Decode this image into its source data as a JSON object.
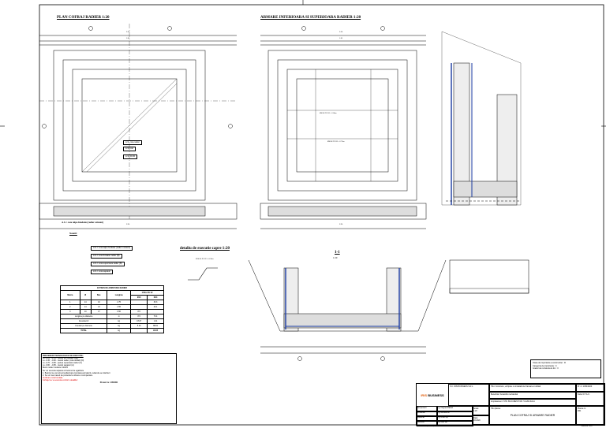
{
  "drawing": {
    "title_left": "PLAN COFRAJ  RADIER 1:20",
    "title_right": "ARMARE INFERIOARA SI SUPERIOARA  RADIER 1:20",
    "title_detail": "detaliu de executie capre 1:20",
    "title_section": "1-1",
    "section_scale": "1:20",
    "legend_title": "Notatii:",
    "legend_items": [
      "A.S.= cota talpa fundatie (radier existent)",
      "A.S.= cota fundatie radier (B)",
      "A.S.= cota superioara radier (B)",
      "A.S.= cota sapaturi"
    ],
    "callouts_plan": [
      "A.S. cota radier",
      "A.S. rost",
      "A.S. ±0.00"
    ],
    "callouts_arm": [
      "Ø8/20 PC52 L=2.60m",
      "Ø8/20 PC52 L=2.75m"
    ],
    "capre_label": "Ø10/50 PC52 L=0.50m",
    "dims": [
      "2.60",
      "1.85",
      "2.90",
      "2.60",
      "1.85",
      "2.90"
    ]
  },
  "steel_table": {
    "title": "EXTRAS DE ARMATURA  RADIER",
    "headers": [
      "Marca",
      "Ø",
      "Buc.",
      "Lungime",
      "OTEL PC 52"
    ],
    "sub_headers": [
      "Ø10",
      "Ø14"
    ],
    "rows": [
      [
        "1",
        "14",
        "10",
        "2.75",
        "",
        "33.3"
      ],
      [
        "2",
        "14",
        "13",
        "2.55",
        "",
        "40.1"
      ],
      [
        "3",
        "10",
        "17",
        "0.50",
        "8.5",
        ""
      ]
    ],
    "totals": [
      [
        "Lungime pe diametre",
        "m",
        "8.5",
        "73.4"
      ],
      [
        "Greutate/ml",
        "kg",
        "0.617",
        "1.21"
      ],
      [
        "Greutati pe diametre",
        "kg",
        "5.24",
        "88.81"
      ],
      [
        "TOTAL",
        "kg",
        "",
        "94.05"
      ]
    ]
  },
  "notes": {
    "title": "PREVEDERI TEHNOLOGICE DE EXECUTIE:",
    "lines": [
      "cu -0.85 ; -1.45 - nivelul de fundatie (NR)",
      "cu -0.45 ; -0.90 - nivelul radier (cota utilitati) (D)",
      "cu -0.70 ; -0.95 - partea superioara radier (C)",
      "cu -0.80 ; -0.95 - nivelul sapaturi (A)",
      "Beton radier fundatie C20/25",
      "Se vor executa saparea si betonul de egalizare",
      "1. Betonul se va turna imediat dupa montarea armaturii, evitandu-se intarzieri",
      "2. Se vor lua masuri de protectie la vibrare si compactare"
    ],
    "red_lines": [
      "Verificare cota fundatie",
      "Cofrajul se va executa conform detaliilor"
    ],
    "footer": "Proiect nr. 1054/PA"
  },
  "stamp": {
    "lines": [
      "Clasa de importanta a constructiei : III",
      "Categoria de importanta : C",
      "Gradul de rezistenta la foc : II"
    ]
  },
  "title_block": {
    "logo_text": "IRIS",
    "logo_sub": "BUSINESS",
    "company": "S.C. IRIS BUSINESS S.R.L.",
    "project_label": "Titlu: Construire, echipare cu instalatii de bransare si utilitati",
    "beneficiary": "Beneficiar: Ansamblu rezidential",
    "address": "Amplasament: STR. BUCURESTI NR. 5 ALBA IULIA",
    "roles": [
      "Sef proiect",
      "Proiectat",
      "Desenat",
      "Verificat"
    ],
    "names": [
      "Ing. Negrea Daniel",
      "Ing. Mircea Ion",
      "Ing. Ana Pop",
      "Ing. Dan Ilie"
    ],
    "scale_label": "Scara:",
    "scale": "1:20",
    "date_label": "Data:",
    "date": "03.2020",
    "plan_label": "Titlu planse:",
    "plan_title": "PLAN COFRAJ SI ARMARE RADIER",
    "phase_label": "Faza:",
    "phase": "D.T.A.C.",
    "sheet_label": "Plansa nr.",
    "sheet": "R01",
    "proj_no": "Pr. nr. 1054/2020"
  },
  "footer_left": "S/c: 420 / 297 (0.25m2)",
  "footer_right": "Autodesk 2020"
}
